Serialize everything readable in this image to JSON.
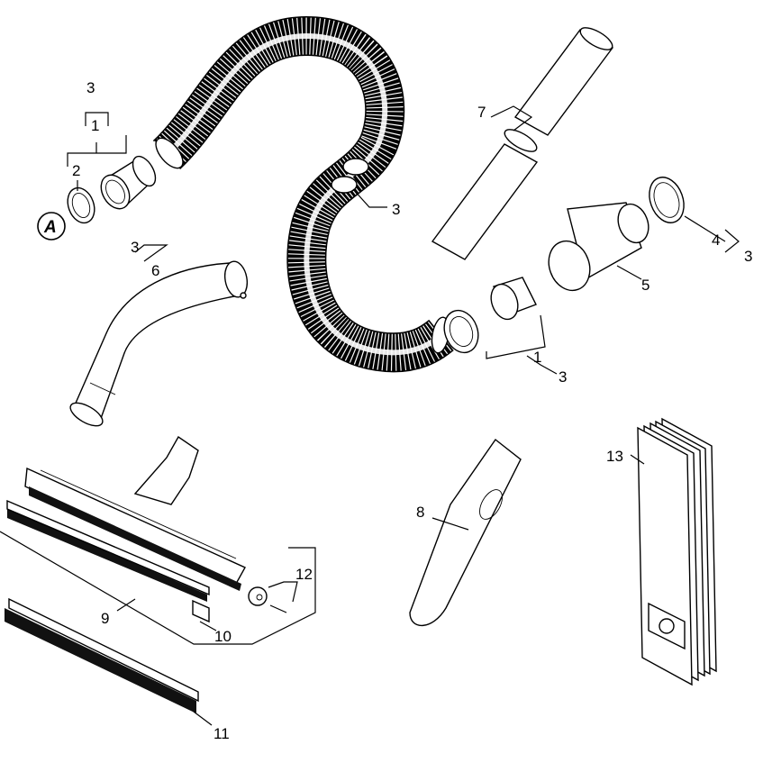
{
  "labels": {
    "ref_a": "A",
    "p1_top": "1",
    "p1_bottom": "1",
    "p2": "2",
    "p3_top": "3",
    "p3_hose": "3",
    "p3_bend": "3",
    "p3_ring": "3",
    "p3_bottom": "3",
    "p4": "4",
    "p5": "5",
    "p6": "6",
    "p7": "7",
    "p8": "8",
    "p9": "9",
    "p10": "10",
    "p11": "11",
    "p12": "12",
    "p13": "13"
  }
}
